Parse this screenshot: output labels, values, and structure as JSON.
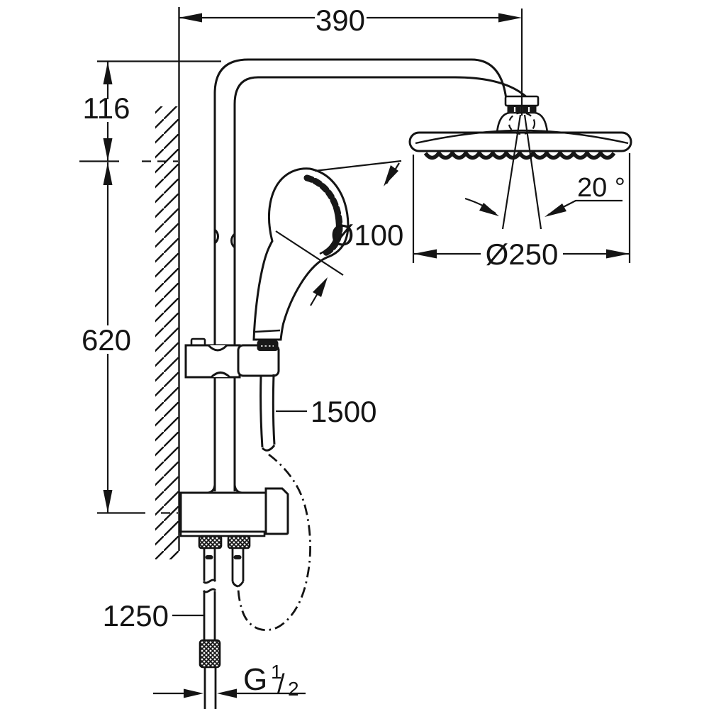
{
  "drawing": {
    "description": "Dimensioned technical line drawing of a wall-mounted shower system with head shower, hand shower, shower rail, diverter and supply hoses",
    "colors": {
      "ink": "#141414",
      "paper": "#ffffff"
    },
    "labels": {
      "arm_projection": "390",
      "head_height_offset": "116",
      "rail_length": "620",
      "hand_shower_diameter": "Ø100",
      "head_shower_diameter": "Ø250",
      "swivel_angle": "20 °",
      "shower_hose_length": "1500",
      "supply_hose_length": "1250",
      "thread": {
        "prefix": "G",
        "numerator": "1",
        "slash": "/",
        "denominator": "2"
      }
    }
  }
}
